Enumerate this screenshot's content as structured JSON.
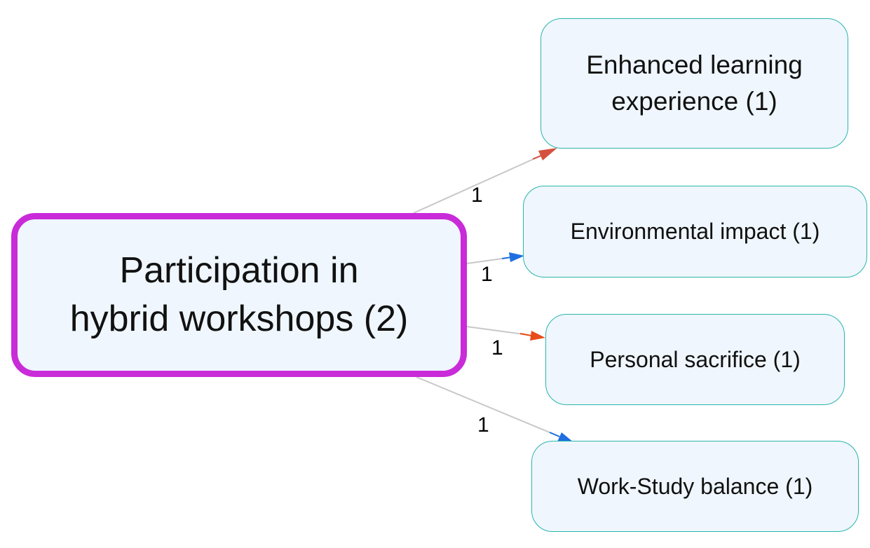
{
  "diagram": {
    "central_node": {
      "lines": [
        "Participation in",
        "hybrid workshops (2)"
      ],
      "border_color": "#c92bd9"
    },
    "nodes": [
      {
        "label_lines": [
          "Enhanced learning",
          "experience (1)"
        ],
        "edge_label": "1",
        "arrow_color": "#d4513f"
      },
      {
        "label": "Environmental impact (1)",
        "edge_label": "1",
        "arrow_color": "#1f6fe0"
      },
      {
        "label": "Personal sacrifice (1)",
        "edge_label": "1",
        "arrow_color": "#e84c1a"
      },
      {
        "label": "Work-Study balance (1)",
        "edge_label": "1",
        "arrow_color": "#1f6fe0"
      }
    ],
    "node_border_color": "#2ab5ad",
    "node_fill_color": "#eff6fd",
    "edge_color": "#c8c8c8"
  }
}
